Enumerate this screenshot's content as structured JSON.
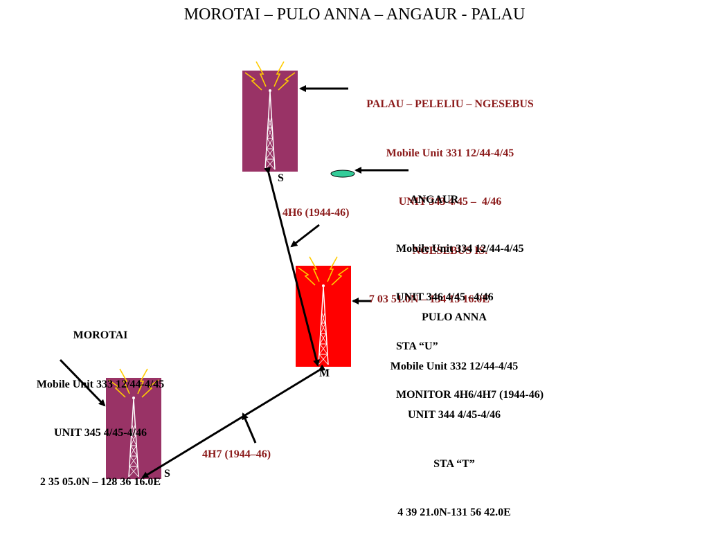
{
  "title": "MOROTAI – PULO ANNA – ANGAUR - PALAU",
  "colors": {
    "station_s": "#993366",
    "station_m": "#ff0000",
    "lightning": "#ffcc00",
    "label_red": "#8b1a1a",
    "angaur_marker": "#33cc99"
  },
  "palau": {
    "name": "PALAU – PELELIU – NGESEBUS",
    "lines": [
      "Mobile Unit 331 12/44-4/45",
      "UNIT 343 4/45 –  4/46",
      "NGESEBUS IS.",
      "7 03 51.0N – 134 15 16.0E"
    ]
  },
  "angaur": {
    "name": "ANGAUR",
    "lines": [
      "Mobile Unit 334 12/44-4/45",
      "UNIT 346 4/45 –4/46",
      "STA “U”",
      "MONITOR 4H6/4H7 (1944-46)"
    ]
  },
  "pulo_anna": {
    "name": "PULO ANNA",
    "lines": [
      "Mobile Unit 332 12/44-4/45",
      "UNIT 344 4/45-4/46",
      "STA “T”",
      "4 39 21.0N-131 56 42.0E"
    ]
  },
  "morotai": {
    "name": "MOROTAI",
    "lines": [
      "Mobile Unit 333 12/44-4/45",
      "UNIT 345 4/45-4/46",
      "2 35 05.0N – 128 36 16.0E"
    ]
  },
  "links": {
    "palau_pulo": "4H6 (1944-46)",
    "pulo_morotai": "4H7 (1944–46)"
  },
  "station_labels": {
    "palau": "S",
    "pulo_anna": "M",
    "morotai": "S"
  }
}
